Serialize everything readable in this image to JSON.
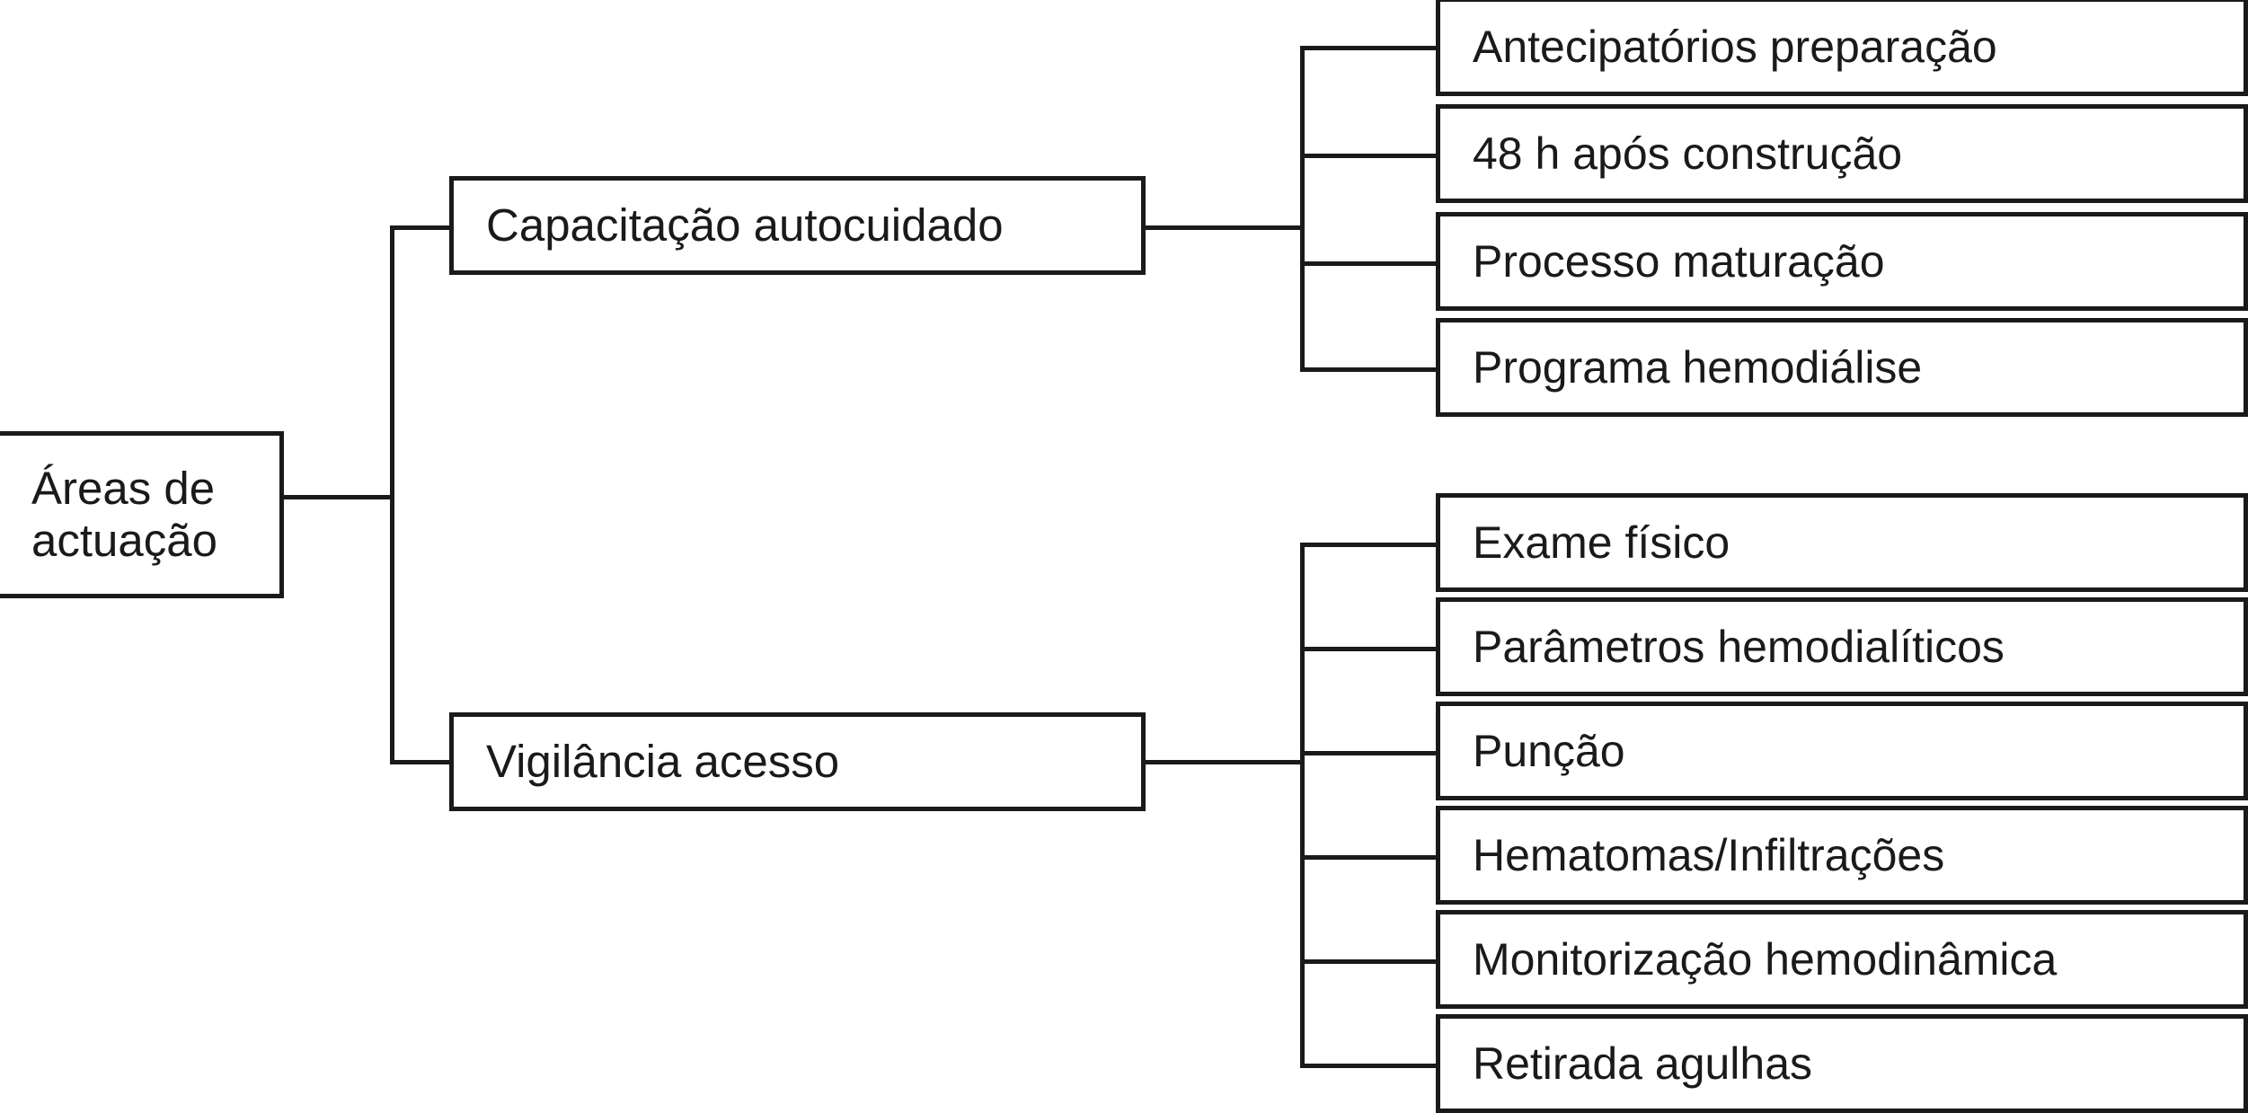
{
  "diagram": {
    "type": "tree",
    "orientation": "left-to-right",
    "line_color": "#1a1a1a",
    "background_color": "#ffffff",
    "root": {
      "label": "Áreas de\nactuação"
    },
    "branches": [
      {
        "label": "Capacitação autocuidado",
        "leaves": [
          {
            "label": "Antecipatórios preparação"
          },
          {
            "label": "48 h após construção"
          },
          {
            "label": "Processo maturação"
          },
          {
            "label": "Programa hemodiálise"
          }
        ]
      },
      {
        "label": "Vigilância acesso",
        "leaves": [
          {
            "label": "Exame físico"
          },
          {
            "label": "Parâmetros hemodialíticos"
          },
          {
            "label": "Punção"
          },
          {
            "label": "Hematomas/Infiltrações"
          },
          {
            "label": "Monitorização hemodinâmica"
          },
          {
            "label": "Retirada agulhas"
          }
        ]
      }
    ]
  }
}
